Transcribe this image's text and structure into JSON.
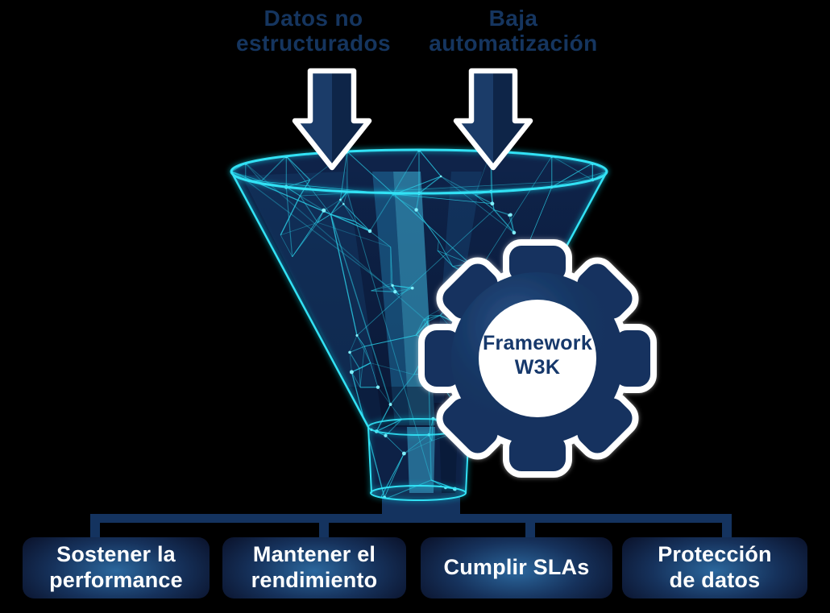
{
  "inputs": [
    {
      "label": "Datos no\nestructurados",
      "icon": "down-arrow-icon"
    },
    {
      "label": "Baja\nautomatización",
      "icon": "down-arrow-icon"
    }
  ],
  "process": {
    "funnel_icon": "wireframe-funnel-icon",
    "gear": {
      "icon": "gear-icon",
      "label": "Framework\nW3K",
      "label_text": "Framework W3K"
    }
  },
  "outputs": [
    {
      "label": "Sostener la\nperformance"
    },
    {
      "label": "Mantener el\nrendimiento"
    },
    {
      "label": "Cumplir SLAs"
    },
    {
      "label": "Protección\nde datos"
    }
  ],
  "colors": {
    "navy": "#13335f",
    "cyan_accent": "#31e2f5",
    "box_glow": "#2b679d",
    "box_dark": "#0a1129",
    "label_navy": "#15355f",
    "text_light": "#ffffff"
  }
}
